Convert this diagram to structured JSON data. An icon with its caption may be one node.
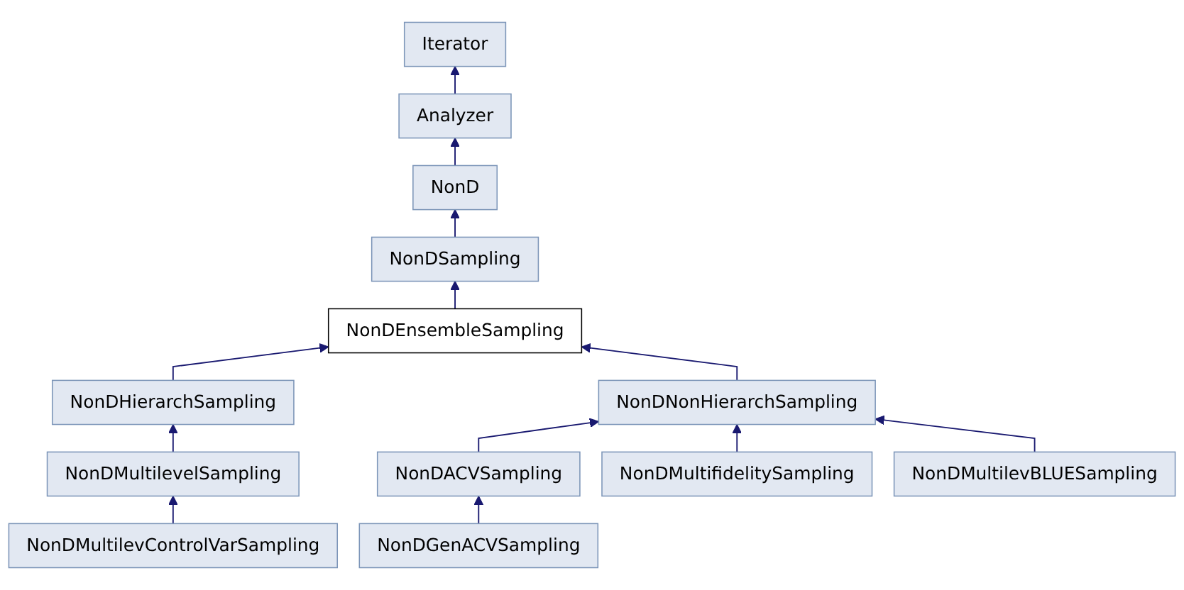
{
  "diagram": {
    "nodes": [
      {
        "text": [
          "Iterator"
        ]
      },
      {
        "text": [
          "Analyzer"
        ]
      },
      {
        "text": [
          "NonD"
        ]
      },
      {
        "text": [
          "NonDSampling"
        ]
      },
      {
        "text": [
          "NonDEnsembleSampling"
        ]
      },
      {
        "text": [
          "NonDHierarchSampling"
        ]
      },
      {
        "text": [
          "NonDNonHierarchSampling"
        ]
      },
      {
        "text": [
          "NonDMultilevelSampling"
        ]
      },
      {
        "text": [
          "NonDACVSampling"
        ]
      },
      {
        "text": [
          "NonDMultifidelitySampling"
        ]
      },
      {
        "text": [
          "NonDMultilevBLUESampling"
        ]
      },
      {
        "text": [
          "NonDMultilevControlVarSampling"
        ]
      },
      {
        "text": [
          "NonDGenACVSampling"
        ]
      }
    ],
    "edges": [
      {
        "from": 1,
        "to": 0,
        "arrow": "to"
      },
      {
        "from": 2,
        "to": 1,
        "arrow": "to"
      },
      {
        "from": 3,
        "to": 2,
        "arrow": "to"
      },
      {
        "from": 4,
        "to": 3,
        "arrow": "to"
      },
      {
        "from": 5,
        "to": 4,
        "arrow": "to"
      },
      {
        "from": 6,
        "to": 4,
        "arrow": "to"
      },
      {
        "from": 7,
        "to": 5,
        "arrow": "to"
      },
      {
        "from": 8,
        "to": 6,
        "arrow": "to"
      },
      {
        "from": 9,
        "to": 6,
        "arrow": "to"
      },
      {
        "from": 10,
        "to": 6,
        "arrow": "to"
      },
      {
        "from": 11,
        "to": 7,
        "arrow": "to"
      },
      {
        "from": 12,
        "to": 8,
        "arrow": "to"
      }
    ]
  }
}
